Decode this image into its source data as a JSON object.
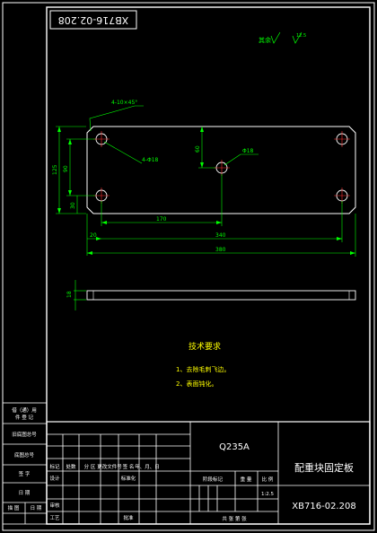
{
  "drawing_number_top": "XB716-02.208",
  "surface_note": "其余",
  "roughness_value": "12.5",
  "dims": {
    "chamfer": "4-10×45°",
    "hole_4x": "4-Φ18",
    "hole_center": "Φ18",
    "h_total": "125",
    "h_middle": "90",
    "h_lower": "30",
    "depth_60": "60",
    "w_170": "170",
    "w_20": "20",
    "w_340": "340",
    "w_380": "380",
    "thick": "18"
  },
  "tech": {
    "title": "技术要求",
    "line1": "1、去除毛刺飞边。",
    "line2": "2、表面钝化。"
  },
  "left_strip": {
    "r1a": "借（通）用",
    "r1b": "件 登 记",
    "r2": "旧底图总号",
    "r3": "底图总号",
    "r4": "签  字",
    "r5": "日  期"
  },
  "title_block": {
    "material": "Q235A",
    "part_name": "配重块固定板",
    "drawing_number": "XB716-02.208",
    "scale": "1:2.5",
    "hdr": [
      "标记",
      "处数",
      "分 区",
      "更改文件号",
      "签 名",
      "年、月、日"
    ],
    "role_design": "设计",
    "role_standard": "标准化",
    "role_check": "审核",
    "role_process": "工艺",
    "role_approve": "批准",
    "stage_mark": "阶段标记",
    "weight": "重 量",
    "ratio": "比 例",
    "sheet_count": "共   张  第   张",
    "bottom_left_a": "描 图",
    "bottom_left_b": "日 期"
  }
}
